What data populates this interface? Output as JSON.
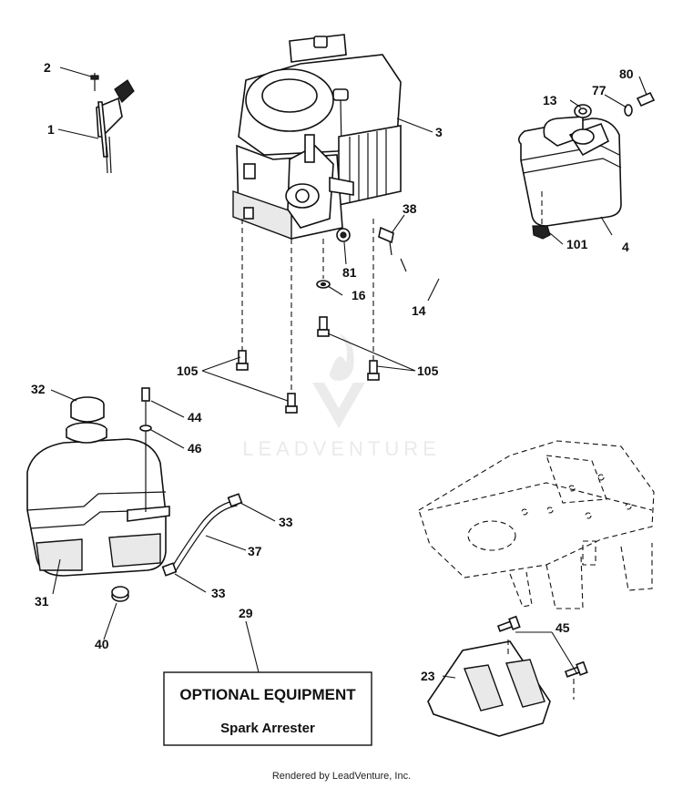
{
  "watermark": {
    "brand": "LEADVENTURE"
  },
  "callouts": [
    {
      "id": "c1",
      "label": "1"
    },
    {
      "id": "c2",
      "label": "2"
    },
    {
      "id": "c3",
      "label": "3"
    },
    {
      "id": "c4",
      "label": "4"
    },
    {
      "id": "c13",
      "label": "13"
    },
    {
      "id": "c14",
      "label": "14"
    },
    {
      "id": "c16",
      "label": "16"
    },
    {
      "id": "c23",
      "label": "23"
    },
    {
      "id": "c29",
      "label": "29"
    },
    {
      "id": "c31",
      "label": "31"
    },
    {
      "id": "c32",
      "label": "32"
    },
    {
      "id": "c33a",
      "label": "33"
    },
    {
      "id": "c33b",
      "label": "33"
    },
    {
      "id": "c37",
      "label": "37"
    },
    {
      "id": "c38",
      "label": "38"
    },
    {
      "id": "c40",
      "label": "40"
    },
    {
      "id": "c44",
      "label": "44"
    },
    {
      "id": "c45",
      "label": "45"
    },
    {
      "id": "c46",
      "label": "46"
    },
    {
      "id": "c77",
      "label": "77"
    },
    {
      "id": "c80",
      "label": "80"
    },
    {
      "id": "c81",
      "label": "81"
    },
    {
      "id": "c101",
      "label": "101"
    },
    {
      "id": "c105a",
      "label": "105"
    },
    {
      "id": "c105b",
      "label": "105"
    }
  ],
  "optional_box": {
    "title": "OPTIONAL EQUIPMENT",
    "subtitle": "Spark Arrester"
  },
  "footer": {
    "text": "Rendered by LeadVenture, Inc."
  }
}
